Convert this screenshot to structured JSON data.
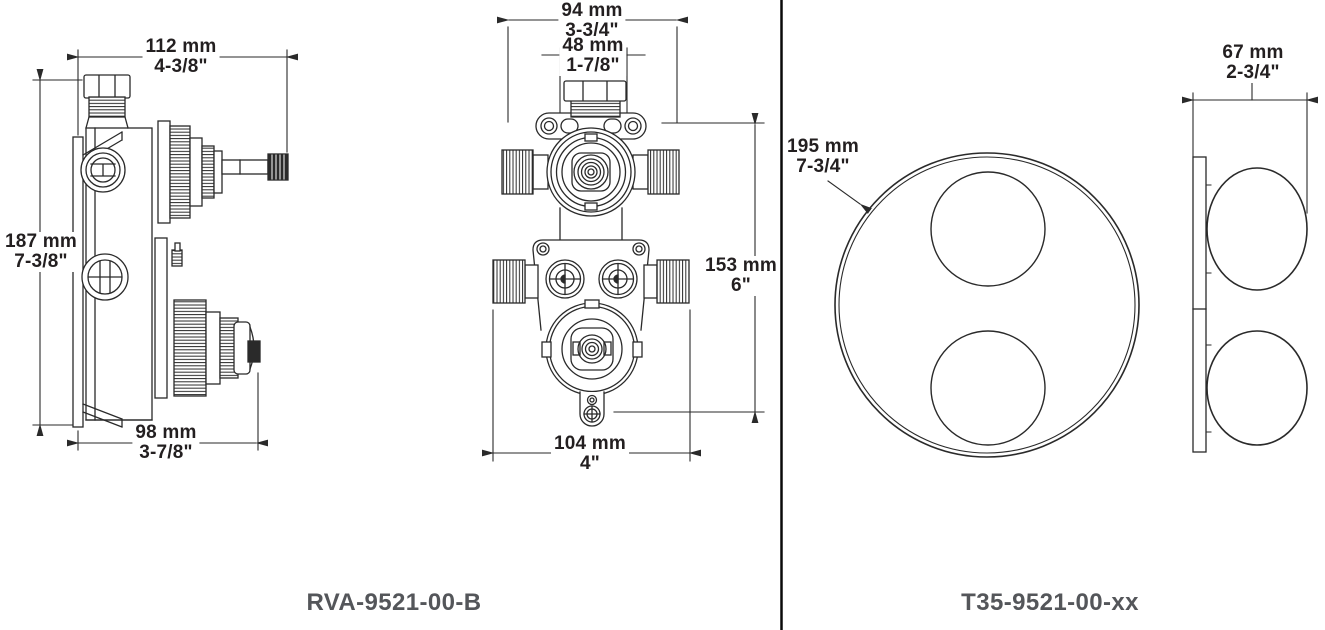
{
  "colors": {
    "background": "#ffffff",
    "line": "#2a2a2a",
    "dimension_text": "#231f20",
    "model_text": "#54565a",
    "divider": "#0a0a0a"
  },
  "left_view": {
    "model_number": "RVA-9521-00-B",
    "dimensions": {
      "top_width": {
        "mm": "112 mm",
        "inches": "4-3/8\""
      },
      "height": {
        "mm": "187 mm",
        "inches": "7-3/8\""
      },
      "bottom_width": {
        "mm": "98 mm",
        "inches": "3-7/8\""
      }
    }
  },
  "center_view": {
    "dimensions": {
      "top_width": {
        "mm": "94 mm",
        "inches": "3-3/4\""
      },
      "nut_width": {
        "mm": "48 mm",
        "inches": "1-7/8\""
      },
      "height": {
        "mm": "153 mm",
        "inches": "6\""
      },
      "bottom_width": {
        "mm": "104 mm",
        "inches": "4\""
      }
    }
  },
  "right_view": {
    "model_number": "T35-9521-00-xx",
    "dimensions": {
      "plate_diameter": {
        "mm": "195 mm",
        "inches": "7-3/4\""
      },
      "depth": {
        "mm": "67 mm",
        "inches": "2-3/4\""
      }
    }
  }
}
